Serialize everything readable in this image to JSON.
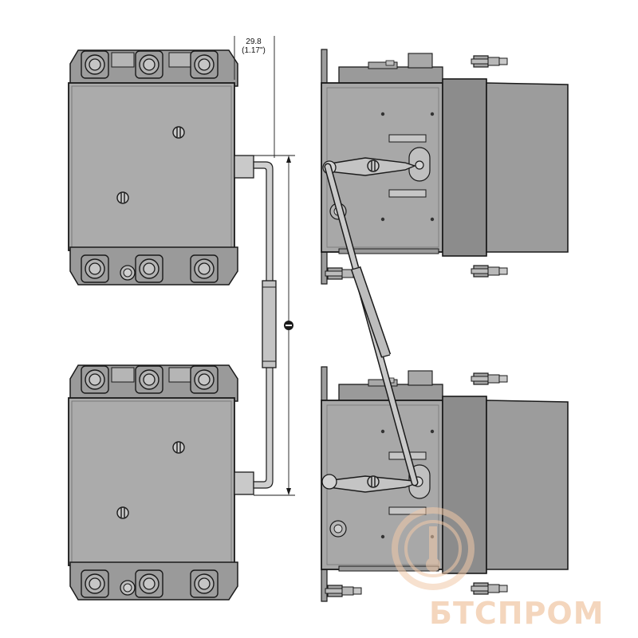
{
  "dimension": {
    "value_mm": "29.8",
    "value_in": "(1.17\")"
  },
  "watermark": {
    "text": "БТСПРОМ"
  },
  "colors": {
    "body_fill": "#a9a9a9",
    "body_dark": "#8f8f8f",
    "outline": "#1a1a1a",
    "watermark": "#f1c9a8"
  }
}
